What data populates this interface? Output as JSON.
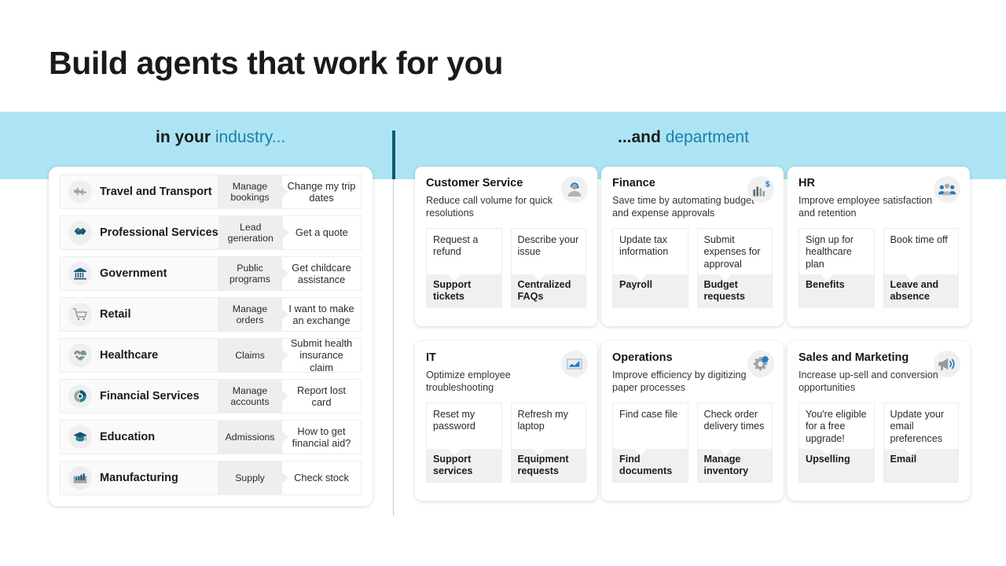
{
  "title": "Build agents that work for you",
  "band": {
    "left_heading_prefix": "in your ",
    "left_heading_accent": "industry...",
    "right_heading_prefix": "...and ",
    "right_heading_accent": "department"
  },
  "colors": {
    "band": "#ADE4F4",
    "accent_text": "#1b7fa8",
    "divider": "#0E5C70",
    "tile_grey": "#f0f0f0",
    "mid_grey": "#eeeeee"
  },
  "industries": [
    {
      "icon": "airplane-icon",
      "name": "Travel and Transport",
      "category": "Manage bookings",
      "action": "Change my trip dates"
    },
    {
      "icon": "handshake-icon",
      "name": "Professional Services",
      "category": "Lead generation",
      "action": "Get a quote"
    },
    {
      "icon": "bank-icon",
      "name": "Government",
      "category": "Public programs",
      "action": "Get childcare assistance"
    },
    {
      "icon": "shopping-cart-icon",
      "name": "Retail",
      "category": "Manage orders",
      "action": "I want to make an exchange"
    },
    {
      "icon": "heart-pulse-icon",
      "name": "Healthcare",
      "category": "Claims",
      "action": "Submit health insurance claim"
    },
    {
      "icon": "donut-chart-icon",
      "name": "Financial Services",
      "category": "Manage accounts",
      "action": "Report lost card"
    },
    {
      "icon": "graduation-cap-icon",
      "name": "Education",
      "category": "Admissions",
      "action": "How to get financial aid?"
    },
    {
      "icon": "bar-chart-icon",
      "name": "Manufacturing",
      "category": "Supply",
      "action": "Check stock"
    }
  ],
  "departments": [
    {
      "icon": "headset-person-icon",
      "title": "Customer Service",
      "subtitle": "Reduce call volume for quick resolutions",
      "tiles": [
        {
          "prompt": "Request a refund",
          "label": "Support tickets"
        },
        {
          "prompt": "Describe your issue",
          "label": "Centralized FAQs"
        }
      ]
    },
    {
      "icon": "finance-chart-dollar-icon",
      "title": "Finance",
      "subtitle": "Save time by automating budget and expense approvals",
      "tiles": [
        {
          "prompt": "Update tax information",
          "label": "Payroll"
        },
        {
          "prompt": "Submit expenses for approval",
          "label": "Budget requests"
        }
      ]
    },
    {
      "icon": "people-group-icon",
      "title": "HR",
      "subtitle": "Improve employee satisfaction and retention",
      "tiles": [
        {
          "prompt": "Sign up for healthcare plan",
          "label": "Benefits"
        },
        {
          "prompt": "Book time off",
          "label": "Leave and absence"
        }
      ]
    },
    {
      "icon": "line-chart-monitor-icon",
      "title": "IT",
      "subtitle": "Optimize employee troubleshooting",
      "tiles": [
        {
          "prompt": "Reset my password",
          "label": "Support services"
        },
        {
          "prompt": "Refresh my laptop",
          "label": "Equipment requests"
        }
      ]
    },
    {
      "icon": "gears-icon",
      "title": "Operations",
      "subtitle": "Improve efficiency by digitizing paper processes",
      "tiles": [
        {
          "prompt": "Find case file",
          "label": "Find documents"
        },
        {
          "prompt": "Check order delivery times",
          "label": "Manage inventory"
        }
      ]
    },
    {
      "icon": "megaphone-icon",
      "title": "Sales and Marketing",
      "subtitle": "Increase up-sell and conversion opportunities",
      "tiles": [
        {
          "prompt": "You're eligible for a free upgrade!",
          "label": "Upselling"
        },
        {
          "prompt": "Update your email preferences",
          "label": "Email"
        }
      ]
    }
  ]
}
